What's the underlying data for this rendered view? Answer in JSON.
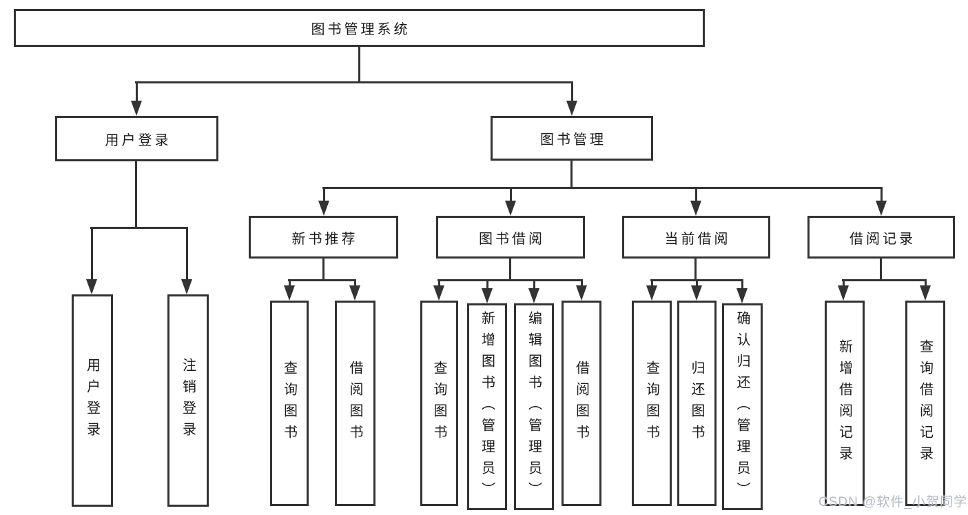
{
  "nodes": {
    "root": "图书管理系统",
    "user_login": "用户登录",
    "book_mgmt": "图书管理",
    "login": "用户登录",
    "logout": "注销登录",
    "new_rec": "新书推荐",
    "borrow": "图书借阅",
    "current": "当前借阅",
    "record": "借阅记录",
    "rec_query": "查询图书",
    "rec_borrow": "借阅图书",
    "bor_query": "查询图书",
    "bor_add": "新增图书（管理员）",
    "bor_edit": "编辑图书（管理员）",
    "bor_borrow": "借阅图书",
    "cur_query": "查询图书",
    "cur_return": "归还图书",
    "cur_confirm": "确认归还（管理员）",
    "rc_add": "新增借阅记录",
    "rc_query": "查询借阅记录"
  },
  "watermark": "CSDN @软件_小贺同学",
  "colors": {
    "line": "#333333",
    "text": "#1a1a1a",
    "background": "#ffffff",
    "watermark": "#b3b8c2"
  }
}
